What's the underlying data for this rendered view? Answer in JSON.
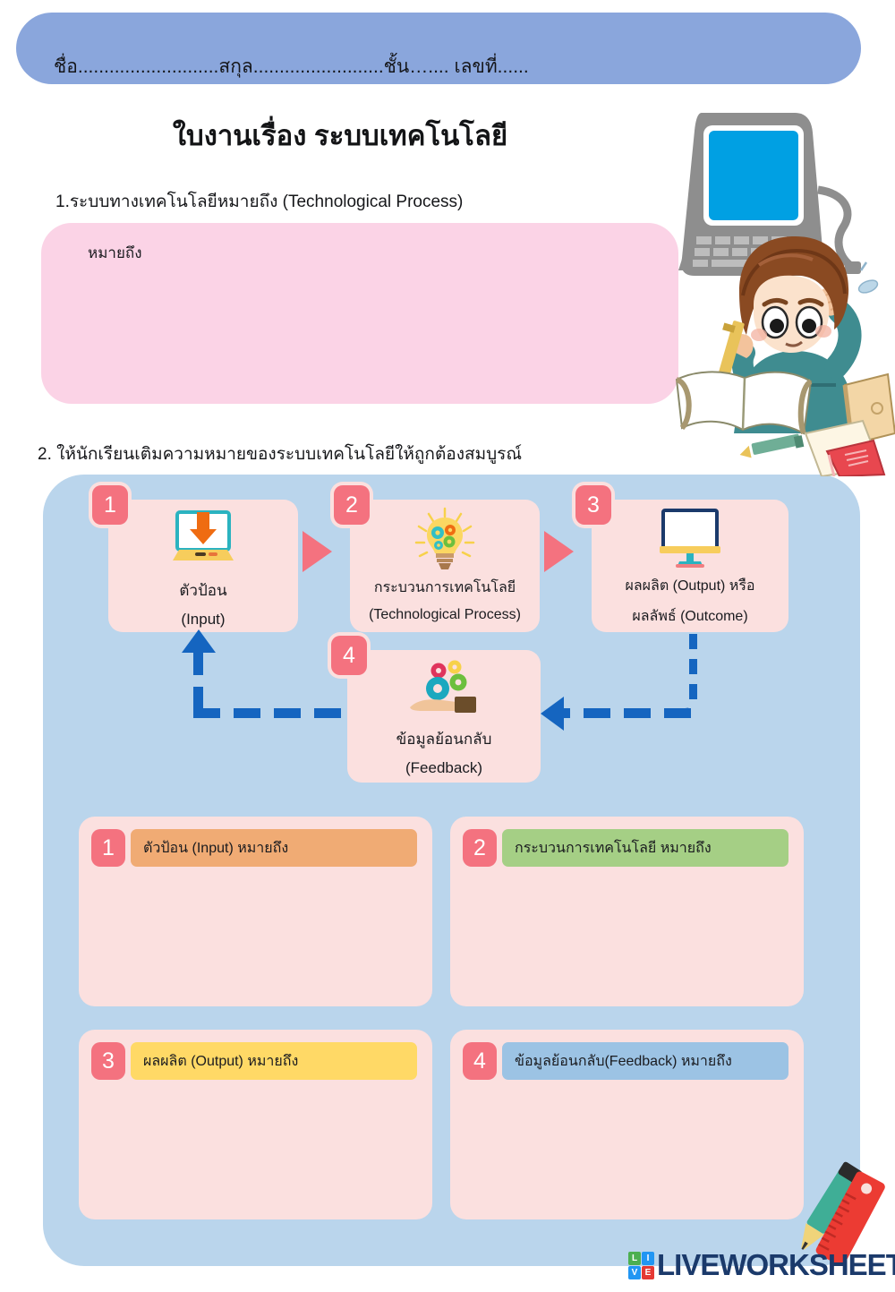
{
  "header": {
    "name_line": "ชื่อ...........................สกุล.........................ชั้น…....  เลขที่......"
  },
  "title": "ใบงานเรื่อง ระบบเทคโนโลยี",
  "questions": {
    "q1": "1.ระบบทางเทคโนโลยีหมายถึง  (Technological  Process)",
    "q1_answer_label": "หมายถึง",
    "q2": "2.  ให้นักเรียนเติมความหมายของระบบเทคโนโลยีให้ถูกต้องสมบูรณ์"
  },
  "flow": [
    {
      "number": "1",
      "icon": "laptop-download-icon",
      "th": "ตัวป้อน",
      "en": "(Input)"
    },
    {
      "number": "2",
      "icon": "lightbulb-gears-icon",
      "th": "กระบวนการเทคโนโลยี",
      "en": "(Technological  Process)"
    },
    {
      "number": "3",
      "icon": "monitor-icon",
      "th": "ผลผลิต  (Output)  หรือ",
      "en": "ผลลัพธ์  (Outcome)"
    },
    {
      "number": "4",
      "icon": "hand-gears-icon",
      "th": "ข้อมูลย้อนกลับ",
      "en": "(Feedback)"
    }
  ],
  "feedback_tick": "r",
  "answers": [
    {
      "number": "1",
      "label": "ตัวป้อน  (Input)       หมายถึง",
      "color": "#f0ab74",
      "value": ""
    },
    {
      "number": "2",
      "label": "กระบวนการเทคโนโลยี  หมายถึง",
      "color": "#a5cf85",
      "value": ""
    },
    {
      "number": "3",
      "label": "ผลผลิต  (Output)  หมายถึง",
      "color": "#ffd966",
      "value": ""
    },
    {
      "number": "4",
      "label": "ข้อมูลย้อนกลับ(Feedback)  หมายถึง",
      "color": "#9cc3e4",
      "value": ""
    }
  ],
  "logo": {
    "squares": [
      {
        "letter": "L",
        "color": "#4caf50"
      },
      {
        "letter": "I",
        "color": "#2196f3"
      },
      {
        "letter": "V",
        "color": "#2196f3"
      },
      {
        "letter": "E",
        "color": "#e53935"
      }
    ],
    "text": "LIVEWORKSHEETS"
  },
  "colors": {
    "name_bar": "#8aa6dc",
    "panel_blue": "#bad5ec",
    "card_pink": "#fbe0df",
    "answer_pink": "#fbd3e6",
    "badge_red": "#f4727f",
    "arrow_blue": "#1565c0"
  }
}
